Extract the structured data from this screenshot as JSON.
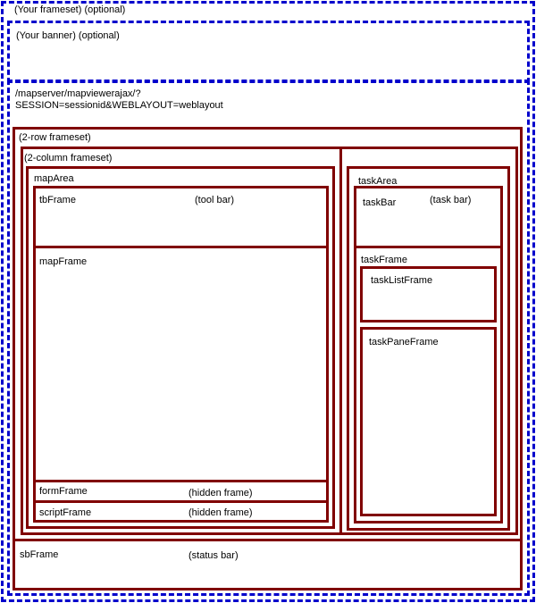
{
  "frameset_outer": {
    "label": "(Your frameset) (optional)"
  },
  "banner": {
    "label": "(Your banner) (optional)"
  },
  "url": {
    "line1": "/mapserver/mapviewerajax/?",
    "line2": "SESSION=sessionid&WEBLAYOUT=weblayout"
  },
  "row_frameset": {
    "label": "(2-row frameset)"
  },
  "column_frameset": {
    "label": "(2-column frameset)"
  },
  "map_area": {
    "label": "mapArea",
    "tb_frame": {
      "name": "tbFrame",
      "note": "(tool bar)"
    },
    "map_frame": {
      "name": "mapFrame"
    },
    "form_frame": {
      "name": "formFrame",
      "note": "(hidden frame)"
    },
    "script_frame": {
      "name": "scriptFrame",
      "note": "(hidden frame)"
    }
  },
  "task_area": {
    "label": "taskArea",
    "task_bar": {
      "name": "taskBar",
      "note": "(task bar)"
    },
    "task_frame": {
      "name": "taskFrame"
    },
    "task_list_frame": {
      "name": "taskListFrame"
    },
    "task_pane_frame": {
      "name": "taskPaneFrame"
    }
  },
  "sb_frame": {
    "name": "sbFrame",
    "note": "(status bar)"
  }
}
